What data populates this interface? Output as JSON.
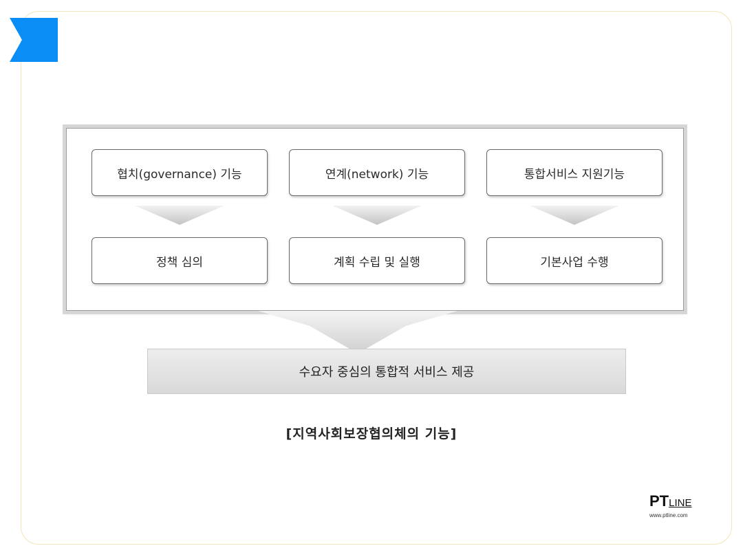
{
  "top_row": [
    {
      "label": "협치(governance) 기능"
    },
    {
      "label": "연계(network) 기능"
    },
    {
      "label": "통합서비스 지원기능"
    }
  ],
  "bottom_row": [
    {
      "label": "정책 심의"
    },
    {
      "label": "계획 수립 및 실행"
    },
    {
      "label": "기본사업 수행"
    }
  ],
  "result": "수요자 중심의 통합적 서비스 제공",
  "caption": "[지역사회보장협의체의 기능]",
  "logo": {
    "main_bold": "PT",
    "main_rest": "LINE",
    "url": "www.ptline.com"
  },
  "colors": {
    "accent": "#0a8ef6",
    "frame_border": "#f3e6b8",
    "box_border": "#6a6a6a"
  }
}
